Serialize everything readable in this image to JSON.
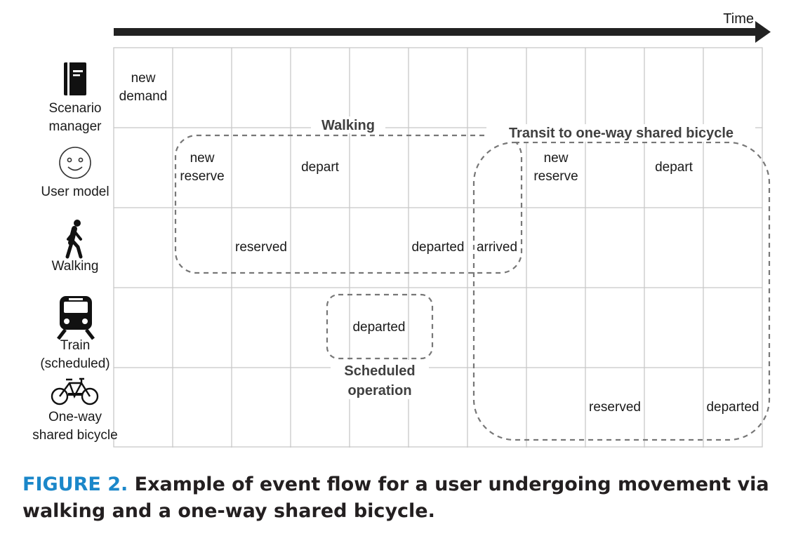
{
  "axis": {
    "label": "Time"
  },
  "rows": [
    {
      "id": "scenario",
      "label_lines": [
        "Scenario",
        "manager"
      ],
      "icon": "book-icon"
    },
    {
      "id": "user",
      "label_lines": [
        "User model"
      ],
      "icon": "smiley-face-icon"
    },
    {
      "id": "walking",
      "label_lines": [
        "Walking"
      ],
      "icon": "walking-person-icon"
    },
    {
      "id": "train",
      "label_lines": [
        "Train",
        "(scheduled)"
      ],
      "icon": "train-icon"
    },
    {
      "id": "bicycle",
      "label_lines": [
        "One-way",
        "shared bicycle"
      ],
      "icon": "bicycle-icon"
    }
  ],
  "events": [
    {
      "row": 0,
      "col": 0,
      "lines": [
        "new",
        "demand"
      ]
    },
    {
      "row": 1,
      "col": 1,
      "lines": [
        "new",
        "reserve"
      ]
    },
    {
      "row": 1,
      "col": 3,
      "lines": [
        "depart"
      ]
    },
    {
      "row": 1,
      "col": 7,
      "lines": [
        "new",
        "reserve"
      ]
    },
    {
      "row": 1,
      "col": 9,
      "lines": [
        "depart"
      ]
    },
    {
      "row": 2,
      "col": 2,
      "lines": [
        "reserved"
      ]
    },
    {
      "row": 2,
      "col": 5,
      "lines": [
        "departed"
      ]
    },
    {
      "row": 2,
      "col": 6,
      "lines": [
        "arrived"
      ]
    },
    {
      "row": 3,
      "col": 4,
      "lines": [
        "departed"
      ]
    },
    {
      "row": 4,
      "col": 8,
      "lines": [
        "reserved"
      ]
    },
    {
      "row": 4,
      "col": 10,
      "lines": [
        "departed"
      ]
    }
  ],
  "groups": {
    "walking": "Walking",
    "transit": "Transit to one-way shared bicycle",
    "scheduled_lines": [
      "Scheduled",
      "operation"
    ]
  },
  "caption": {
    "label": "FIGURE 2.",
    "text": "Example of event flow for a user undergoing movement via walking and a one-way shared bicycle."
  },
  "colors": {
    "caption_label": "#1b87c9",
    "grid": "#c8c8c8",
    "dashed_outline": "#777777",
    "arrow": "#222222"
  }
}
